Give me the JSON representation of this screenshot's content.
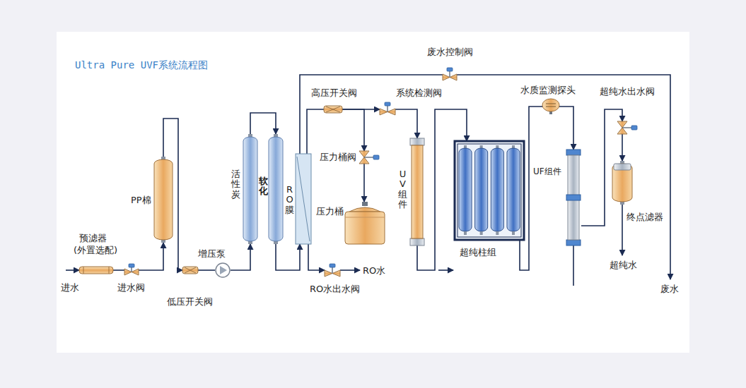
{
  "diagram": {
    "title": "Ultra Pure UVF系统流程图",
    "nodes": [
      {
        "text": [
          "预滤器",
          "(外置选配)"
        ]
      },
      {
        "text": [
          "进水阀"
        ]
      },
      {
        "text": [
          "PP棉"
        ]
      },
      {
        "text": [
          "低压开关阀"
        ]
      },
      {
        "text": [
          "增压泵"
        ]
      },
      {
        "text": [
          "活性炭"
        ]
      },
      {
        "text": [
          "软化"
        ]
      },
      {
        "text": [
          "RO膜"
        ]
      },
      {
        "text": [
          "废水控制阀"
        ]
      },
      {
        "text": [
          "高压开关阀"
        ]
      },
      {
        "text": [
          "系统检测阀"
        ]
      },
      {
        "text": [
          "压力桶阀"
        ]
      },
      {
        "text": [
          "压力桶"
        ]
      },
      {
        "text": [
          "RO水出水阀"
        ]
      },
      {
        "text": [
          "UV组件"
        ]
      },
      {
        "text": [
          "超纯柱组"
        ]
      },
      {
        "text": [
          "水质监测探头"
        ]
      },
      {
        "text": [
          "UF组件"
        ]
      },
      {
        "text": [
          "超纯水出水阀"
        ]
      },
      {
        "text": [
          "终点滤器"
        ]
      }
    ],
    "edges": [
      {
        "from": 0,
        "to": 1,
        "arrow": "none"
      },
      {
        "from": 1,
        "to": 2,
        "arrow": "to"
      },
      {
        "from": 2,
        "to": 3,
        "arrow": "to"
      },
      {
        "from": 3,
        "to": 4,
        "arrow": "none"
      },
      {
        "from": 4,
        "to": 5,
        "arrow": "to"
      },
      {
        "from": 5,
        "to": 6,
        "arrow": "to"
      },
      {
        "from": 6,
        "to": 7,
        "arrow": "to"
      },
      {
        "from": 7,
        "to": 8,
        "arrow": "none"
      },
      {
        "from": 7,
        "to": 9,
        "arrow": "none"
      },
      {
        "from": 9,
        "to": 10,
        "arrow": "to"
      },
      {
        "from": 9,
        "to": 11,
        "arrow": "to"
      },
      {
        "from": 11,
        "to": 12,
        "arrow": "to"
      },
      {
        "from": 7,
        "to": 13,
        "arrow": "to"
      },
      {
        "from": 10,
        "to": 14,
        "arrow": "to"
      },
      {
        "from": 14,
        "to": 15,
        "arrow": "to"
      },
      {
        "from": 15,
        "to": 16,
        "arrow": "none"
      },
      {
        "from": 16,
        "to": 17,
        "arrow": "to"
      },
      {
        "from": 17,
        "to": 18,
        "arrow": "to"
      },
      {
        "from": 18,
        "to": 19,
        "arrow": "to"
      }
    ],
    "labels": [
      "进水",
      "RO水",
      "超纯水",
      "废水"
    ]
  }
}
